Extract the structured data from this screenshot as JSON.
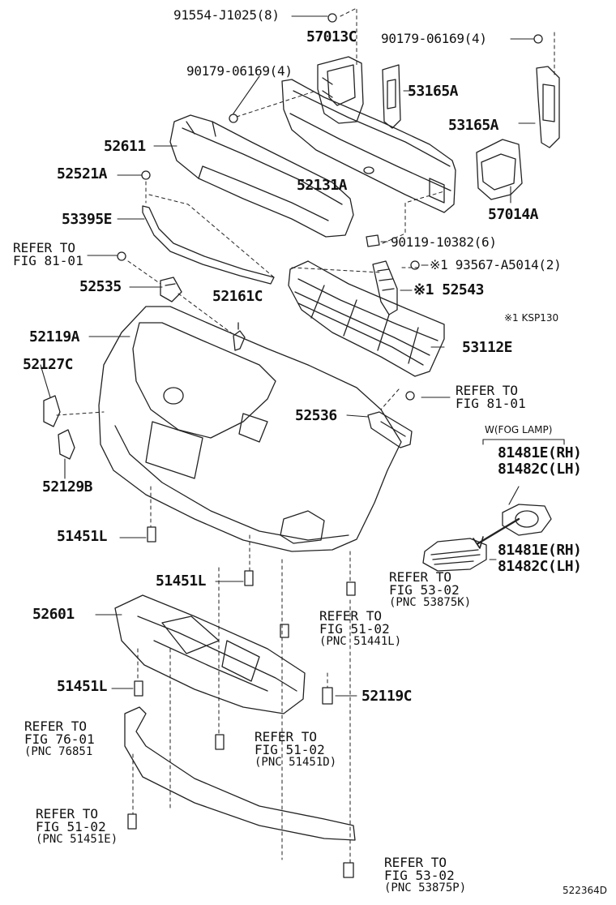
{
  "part_labels": {
    "p91554": "91554-J1025(8)",
    "p57013C": "57013C",
    "p90179_top": "90179-06169(4)",
    "p90179_left": "90179-06169(4)",
    "p53165A_1": "53165A",
    "p53165A_2": "53165A",
    "p52611": "52611",
    "p52521A": "52521A",
    "p52131A": "52131A",
    "p57014A": "57014A",
    "p53395E": "53395E",
    "p90119": "90119-10382(6)",
    "p93567": "※1 93567-A5014(2)",
    "p52535": "52535",
    "p52161C": "52161C",
    "p52543": "※1 52543",
    "p52119A": "52119A",
    "p53112E": "53112E",
    "p52127C": "52127C",
    "p52536": "52536",
    "p52129B": "52129B",
    "p81481E_1": "81481E(RH)",
    "p81482C_1": "81482C(LH)",
    "p81481E_2": "81481E(RH)",
    "p81482C_2": "81482C(LH)",
    "p51451L_1": "51451L",
    "p51451L_2": "51451L",
    "p52601": "52601",
    "p51451L_3": "51451L",
    "p52119C": "52119C"
  },
  "notes": {
    "ksp130": "※1 KSP130",
    "fog_lamp": "W(FOG LAMP)",
    "diagram_id": "522364D"
  },
  "refs": {
    "ref_81_01_left": {
      "line1": "REFER TO",
      "line2": "FIG 81-01"
    },
    "ref_81_01_right": {
      "line1": "REFER TO",
      "line2": "FIG 81-01"
    },
    "ref_53_02_mid": {
      "line1": "REFER TO",
      "line2": "FIG 53-02",
      "pnc": "(PNC 53875K)"
    },
    "ref_51_02_mid": {
      "line1": "REFER TO",
      "line2": "FIG 51-02",
      "pnc": "(PNC 51441L)"
    },
    "ref_76_01": {
      "line1": "REFER TO",
      "line2": "FIG 76-01",
      "pnc": "(PNC 76851"
    },
    "ref_51_02_center": {
      "line1": "REFER TO",
      "line2": "FIG 51-02",
      "pnc": "(PNC 51451D)"
    },
    "ref_51_02_bottom": {
      "line1": "REFER TO",
      "line2": "FIG 51-02",
      "pnc": "(PNC 51451E)"
    },
    "ref_53_02_bottom": {
      "line1": "REFER TO",
      "line2": "FIG 53-02",
      "pnc": "(PNC 53875P)"
    }
  }
}
